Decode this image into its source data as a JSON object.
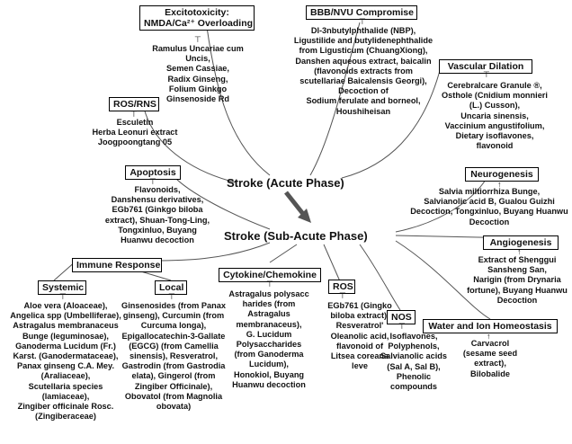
{
  "phases": {
    "acute": "Stroke (Acute Phase)",
    "subacute": "Stroke (Sub-Acute Phase)"
  },
  "boxes": {
    "excitotoxicity_l1": "Excitotoxicity:",
    "excitotoxicity_l2": "NMDA/Ca²⁺ Overloading",
    "bbb": "BBB/NVU Compromise",
    "vascular": "Vascular Dilation",
    "ros_rns": "ROS/RNS",
    "apoptosis": "Apoptosis",
    "neurogenesis": "Neurogenesis",
    "angiogenesis": "Angiogenesis",
    "immune": "Immune Response",
    "systemic": "Systemic",
    "local": "Local",
    "cytokine": "Cytokine/Chemokine",
    "ros": "ROS",
    "nos": "NOS",
    "water": "Water and Ion Homeostasis"
  },
  "texts": {
    "excitotoxicity": "Ramulus Uncariae cum\nUncis,\nSemen Cassiae,\nRadix Ginseng,\nFolium Ginkgo\nGinsenoside Rd",
    "bbb": "Dl-3nbutylphthalide (NBP),\nLigustilide and butylidenephthalide\nfrom Ligusticum (ChuangXiong),\nDanshen aqueous extract, baicalin\n(flavonoids extracts from\nscutellariae Baicalensis Georgi),\nDecoction of\nSodium ferulate and borneol,\nHoushiheisan",
    "vascular": "Cerebralcare Granule ®,\nOsthole (Cnidium monnieri\n(L.) Cusson),\nUncaria sinensis,\nVaccinium angustifolium,\nDietary isoflavones,\nflavonoid",
    "ros_rns": "Esculetin\nHerba Leonuri extract\nJoogpoongtang 05",
    "apoptosis": "Flavonoids,\nDanshensu derivatives,\nEGb761 (Ginkgo biloba\nextract), Shuan-Tong-Ling,\nTongxinluo, Buyang\nHuanwu decoction",
    "neurogenesis": "Salvia miltiorrhiza Bunge,\nSalvianolic acid B, Gualou Guizhi\nDecoction, Tongxinluo, Buyang Huanwu\nDecoction",
    "angiogenesis": "Extract of Shenggui\nSansheng San,\nNarigin (from Drynaria\nfortune), Buyang Huanwu\nDecoction",
    "systemic": "Aloe vera (Aloaceae),\nAngelica spp (Umbelliferae),\nAstragalus membranaceus\nBunge (leguminosae),\nGanoderma Lucidum (Fr.)\nKarst. (Ganodermataceae),\nPanax ginseng C.A. Mey.\n(Araliaceae),\nScutellaria species\n(lamiaceae),\nZingiber officinale Rosc.\n(Zingiberaceae)",
    "local": "Ginsenosides (from Panax\nginseng), Curcumin (from\nCurcuma longa),\nEpigallocatechin-3-Gallate\n(EGCG) (from Camellia\nsinensis), Resveratrol,\nGastrodin (from Gastrodia\nelata), Gingerol (from\nZingiber Officinale),\nObovatol (from Magnolia\nobovata)",
    "cytokine": "Astragalus polysacc\nharides (from\nAstragalus\nmembranaceus),\nG. Lucidum\nPolysaccharides\n(from Ganoderma\nLucidum),\nHonokiol, Buyang\nHuanwu decoction",
    "ros": "EGb761 (Gingko\nbiloba extract),\nResveratrol'\nOleanolic acid,\nflavonoid of\nLitsea coreana\nleve",
    "nos": "Isoflavones,\nPolyphenols,\nSalvianolic acids\n(Sal A, Sal B),\nPhenolic\ncompounds",
    "water": "Carvacrol\n(sesame seed\nextract),\nBilobalide"
  }
}
